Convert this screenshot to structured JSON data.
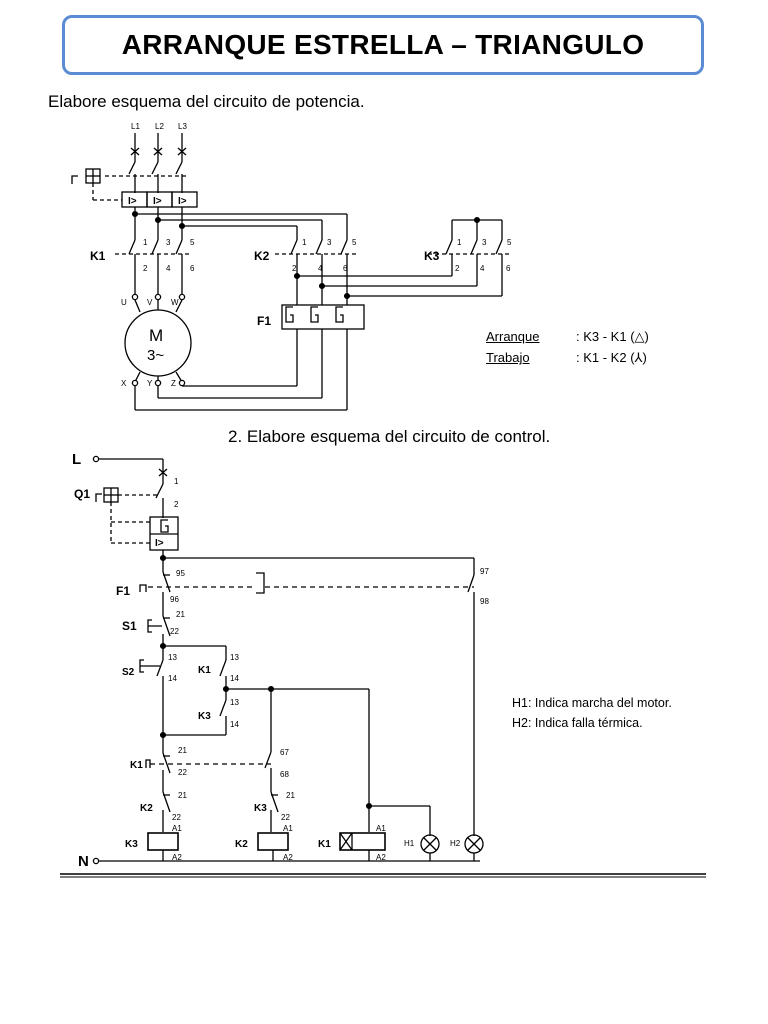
{
  "title": "ARRANQUE ESTRELLA – TRIANGULO",
  "power": {
    "heading": "Elabore esquema del circuito de potencia.",
    "lines": [
      "L1",
      "L2",
      "L3"
    ],
    "contactors": {
      "k1": "K1",
      "k2": "K2",
      "k3": "K3"
    },
    "relay": "F1",
    "motor": {
      "line1": "M",
      "line2": "3~"
    },
    "motor_terminals": [
      "U",
      "V",
      "W",
      "X",
      "Y",
      "Z"
    ],
    "contact_numbers_top": [
      "1",
      "3",
      "5"
    ],
    "contact_numbers_bottom": [
      "2",
      "4",
      "6"
    ],
    "breaker_mark": "I>",
    "legend": [
      {
        "label": "Arranque",
        "value": ": K3 - K1  (△)"
      },
      {
        "label": "Trabajo",
        "value": ": K1 - K2  (⅄)"
      }
    ]
  },
  "control": {
    "heading": "2. Elabore esquema del circuito de control.",
    "supply_l": "L",
    "supply_n": "N",
    "breaker": "Q1",
    "breaker_mark": "I>",
    "labels": {
      "f1": "F1",
      "s1": "S1",
      "s2": "S2",
      "k1_hold": "K1",
      "k3_hold": "K3",
      "k1_nc": "K1",
      "k2_nc": "K2",
      "k3_nc": "K3",
      "coil_k3": "K3",
      "coil_k2": "K2",
      "coil_k1": "K1",
      "lamp_h1": "H1",
      "lamp_h2": "H2"
    },
    "contact_numbers": {
      "q1_top": "1",
      "q1_bottom": "2",
      "f1_nc_top": "95",
      "f1_nc_bottom": "96",
      "f1_no_top": "97",
      "f1_no_bottom": "98",
      "s1_top": "21",
      "s1_bottom": "22",
      "s2_top": "13",
      "s2_bottom": "14",
      "k1h_top": "13",
      "k1h_bottom": "14",
      "k3h_top": "13",
      "k3h_bottom": "14",
      "k1nc_top": "21",
      "k1nc_bottom": "22",
      "k1no_top": "67",
      "k1no_bottom": "68",
      "k2nc_top": "21",
      "k2nc_bottom": "22",
      "k3nc_top": "21",
      "k3nc_bottom": "22",
      "a1": "A1",
      "a2": "A2"
    },
    "notes": [
      "H1: Indica marcha del motor.",
      "H2: Indica falla térmica."
    ]
  }
}
